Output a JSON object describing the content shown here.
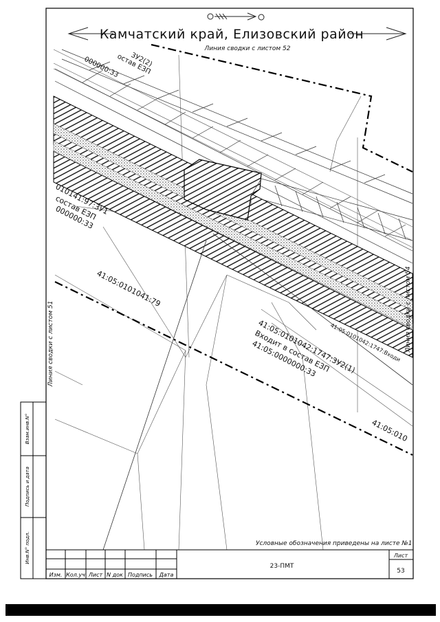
{
  "header": {
    "title": "Камчатский край, Елизовский район",
    "subtitle": "Линия сводки с листом 52"
  },
  "side_labels": {
    "left": "Линия сводки с листом 51",
    "right": "Линия сводки с листом 54"
  },
  "map_labels": {
    "parcel_top_left": "000000:33",
    "parcel_top_left_b": "остав ЕЗП",
    "parcel_top_left_c": "3У2(2)",
    "parcel_mid_left_a": "010141:97:3У1",
    "parcel_mid_left_b": "состав ЕЗП",
    "parcel_mid_left_c": "000000:33",
    "parcel_79": "41:05:0101041:79",
    "parcel_1747_a": "41:05:0101042:1747:3У2(1)",
    "parcel_1747_b": "Входит в состав ЕЗП",
    "parcel_1747_c": "41:05:0000000:33",
    "parcel_right_a": "41:05:0101042:1747:Входи",
    "parcel_bottom_right": "41:05:010"
  },
  "note": "Условные обозначения приведены на листе №1",
  "stamp": {
    "doc_code": "23-ПМТ",
    "sheet_label": "Лист",
    "sheet_number": "53",
    "columns": [
      "Изм.",
      "Кол.уч",
      "Лист",
      "N док",
      "Подпись",
      "Дата"
    ]
  },
  "left_stamp": {
    "row1": "Взам.инв.N°",
    "row2": "Подпись и дата",
    "row3": "Инв.N° подл."
  }
}
